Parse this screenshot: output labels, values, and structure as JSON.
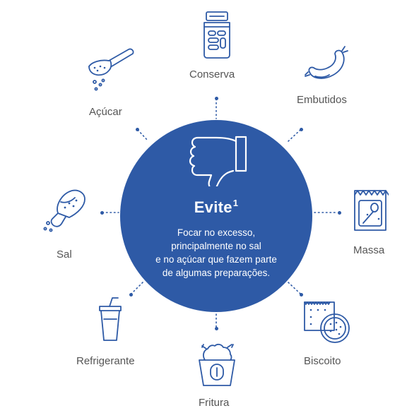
{
  "center": {
    "title": "Evite",
    "title_sup": "1",
    "desc_lines": [
      "Focar no excesso,",
      "principalmente no sal",
      "e no açúcar que fazem parte",
      "de algumas preparações."
    ]
  },
  "items": [
    {
      "label": "Conserva"
    },
    {
      "label": "Embutidos"
    },
    {
      "label": "Massa"
    },
    {
      "label": "Biscoito"
    },
    {
      "label": "Fritura"
    },
    {
      "label": "Refrigerante"
    },
    {
      "label": "Sal"
    },
    {
      "label": "Açúcar"
    }
  ],
  "colors": {
    "accent": "#2e5aa6",
    "text": "#555555",
    "background": "#ffffff"
  }
}
